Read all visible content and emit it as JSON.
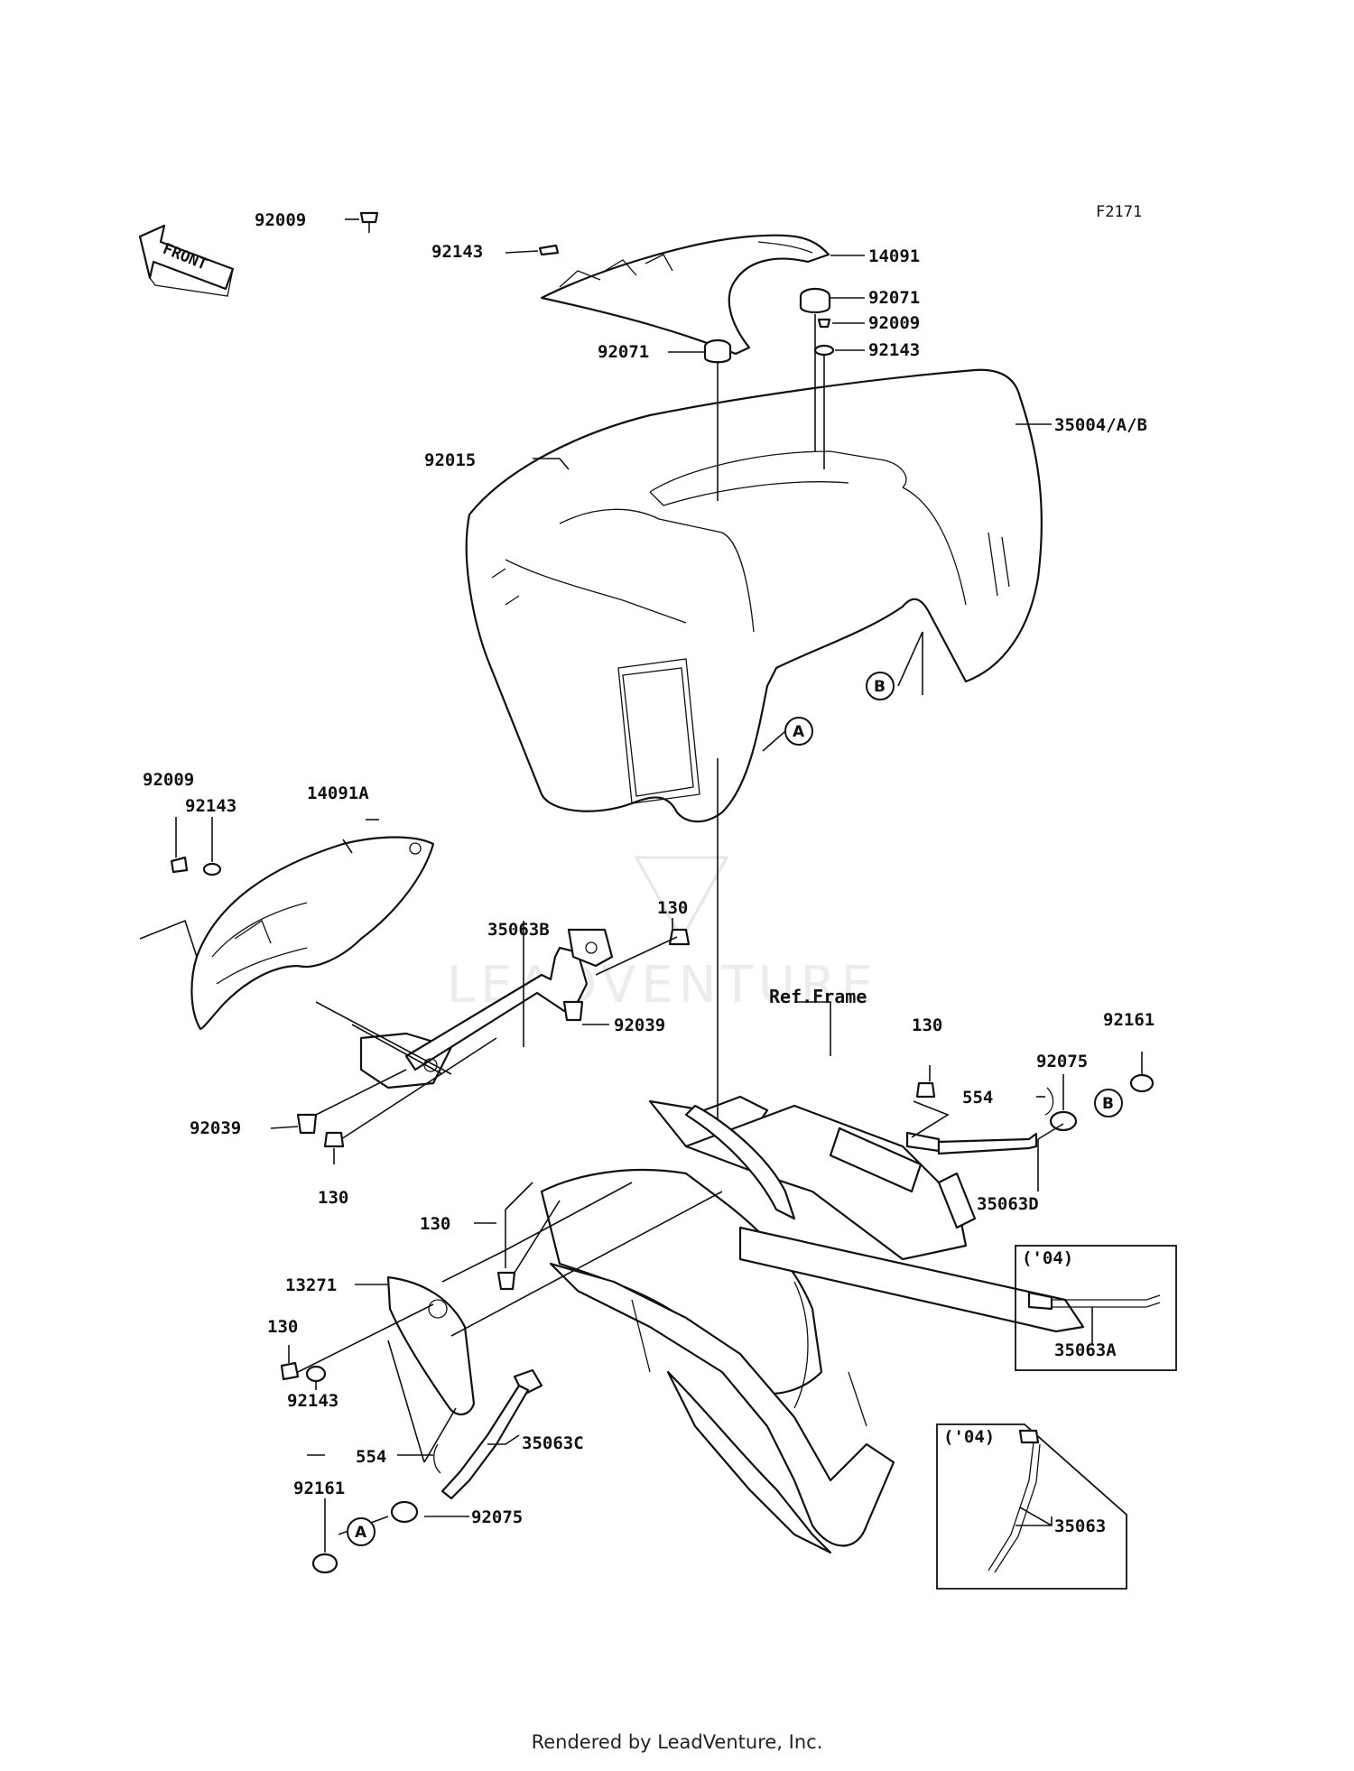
{
  "figure_code": "F2171",
  "front_label": "FRONT",
  "ref_frame_label": "Ref.Frame",
  "footer": "Rendered by LeadVenture, Inc.",
  "watermark": "LEADVENTURE",
  "year_box_label": "('04)",
  "callouts": {
    "a": "A",
    "b": "B"
  },
  "parts": {
    "p92009_top": "92009",
    "p92143_top": "92143",
    "p14091": "14091",
    "p92071_r": "92071",
    "p92009_r": "92009",
    "p92143_r": "92143",
    "p92071_l": "92071",
    "p35004": "35004/A/B",
    "p92015": "92015",
    "p92009_left": "92009",
    "p92143_left": "92143",
    "p14091A": "14091A",
    "p35063B": "35063B",
    "p130_a": "130",
    "p92039_a": "92039",
    "p92039_b": "92039",
    "p130_b": "130",
    "p130_c": "130",
    "p554_r": "554",
    "p92075_r": "92075",
    "p92161_r": "92161",
    "p35063D": "35063D",
    "p35063A": "35063A",
    "p130_d": "130",
    "p13271": "13271",
    "p130_e": "130",
    "p92143_bl": "92143",
    "p554_l": "554",
    "p35063C": "35063C",
    "p92161_l": "92161",
    "p92075_l": "92075",
    "p35063": "35063"
  }
}
